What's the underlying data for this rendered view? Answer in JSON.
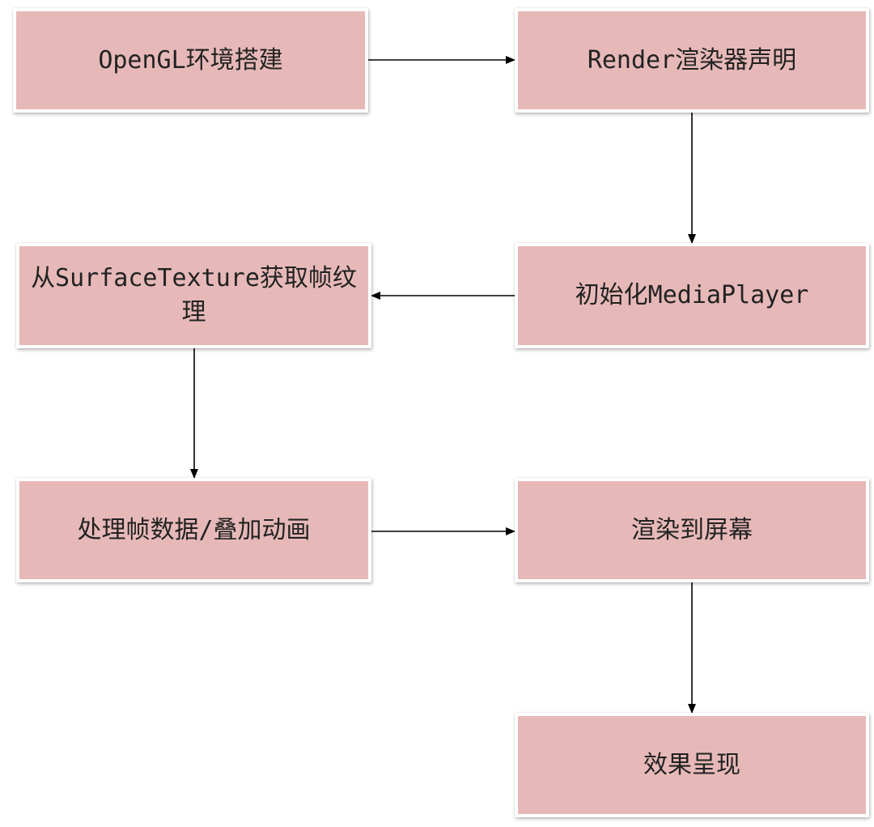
{
  "nodes": {
    "opengl_setup": "OpenGL环境搭建",
    "render_declare": "Render渲染器声明",
    "init_mediaplayer": "初始化MediaPlayer",
    "get_frame_texture": "从SurfaceTexture获取帧纹理",
    "process_frame": "处理帧数据/叠加动画",
    "render_screen": "渲染到屏幕",
    "effect_present": "效果呈现"
  },
  "edges": [
    {
      "from": "opengl_setup",
      "to": "render_declare"
    },
    {
      "from": "render_declare",
      "to": "init_mediaplayer"
    },
    {
      "from": "init_mediaplayer",
      "to": "get_frame_texture"
    },
    {
      "from": "get_frame_texture",
      "to": "process_frame"
    },
    {
      "from": "process_frame",
      "to": "render_screen"
    },
    {
      "from": "render_screen",
      "to": "effect_present"
    }
  ],
  "colors": {
    "node_fill": "#e6b9b8",
    "node_border": "#ffffff",
    "edge": "#000000",
    "text": "#222222"
  }
}
